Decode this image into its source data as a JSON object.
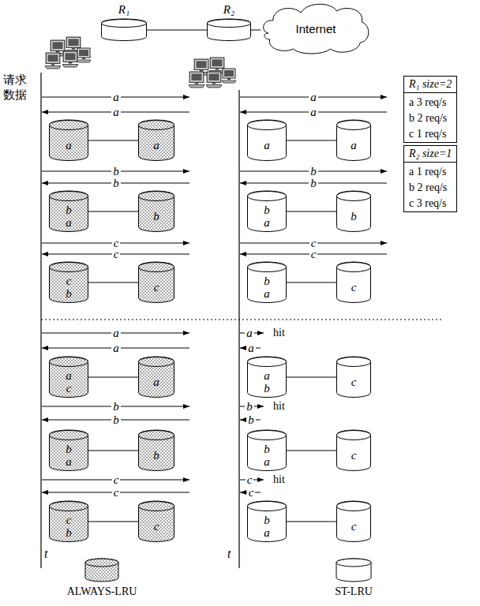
{
  "diagram": {
    "nodes": [
      {
        "text": [
          "R₁"
        ]
      },
      {
        "text": [
          "R₂"
        ]
      },
      {
        "text": [
          "Internet"
        ]
      },
      {
        "text": [
          "R₁ size=2",
          "a 3 req/s",
          "b 2 req/s",
          "c 1 req/s"
        ]
      },
      {
        "text": [
          "R₂ size=1",
          "a 1 req/s",
          "b 2 req/s",
          "c 3 req/s"
        ]
      },
      {
        "text": [
          "a"
        ]
      },
      {
        "text": [
          "a"
        ]
      },
      {
        "text": [
          "a"
        ]
      },
      {
        "text": [
          "a"
        ]
      },
      {
        "text": [
          "b a"
        ]
      },
      {
        "text": [
          "b"
        ]
      },
      {
        "text": [
          "b a"
        ]
      },
      {
        "text": [
          "b"
        ]
      },
      {
        "text": [
          "c b"
        ]
      },
      {
        "text": [
          "c"
        ]
      },
      {
        "text": [
          "b a"
        ]
      },
      {
        "text": [
          "c"
        ]
      },
      {
        "text": [
          "a c"
        ]
      },
      {
        "text": [
          "a"
        ]
      },
      {
        "text": [
          "a b"
        ]
      },
      {
        "text": [
          "c"
        ]
      },
      {
        "text": [
          "b a"
        ]
      },
      {
        "text": [
          "b"
        ]
      },
      {
        "text": [
          "b a"
        ]
      },
      {
        "text": [
          "c"
        ]
      },
      {
        "text": [
          "c b"
        ]
      },
      {
        "text": [
          "c"
        ]
      },
      {
        "text": [
          "b a"
        ]
      },
      {
        "text": [
          "c"
        ]
      }
    ],
    "edges": [
      {
        "from": 0,
        "to": 1,
        "arrow": "none"
      },
      {
        "from": 1,
        "to": 2,
        "arrow": "none"
      },
      {
        "from": 5,
        "to": 6,
        "arrow": "none"
      },
      {
        "from": 7,
        "to": 8,
        "arrow": "none"
      },
      {
        "from": 9,
        "to": 10,
        "arrow": "none"
      },
      {
        "from": 11,
        "to": 12,
        "arrow": "none"
      },
      {
        "from": 13,
        "to": 14,
        "arrow": "none"
      },
      {
        "from": 15,
        "to": 16,
        "arrow": "none"
      },
      {
        "from": 17,
        "to": 18,
        "arrow": "none"
      },
      {
        "from": 19,
        "to": 20,
        "arrow": "none"
      },
      {
        "from": 21,
        "to": 22,
        "arrow": "none"
      },
      {
        "from": 23,
        "to": 24,
        "arrow": "none"
      },
      {
        "from": 25,
        "to": 26,
        "arrow": "none"
      },
      {
        "from": 27,
        "to": 28,
        "arrow": "none"
      }
    ],
    "labels": [
      "请求数据",
      "a",
      "a",
      "a",
      "a",
      "b",
      "b",
      "b",
      "b",
      "c",
      "c",
      "c",
      "c",
      "a",
      "a",
      "hit",
      "a",
      "a",
      "b",
      "b",
      "hit",
      "b",
      "b",
      "c",
      "c",
      "hit",
      "c",
      "c",
      "t",
      "t"
    ],
    "legend": [
      {
        "text": "ALWAYS-LRU"
      },
      {
        "text": "ST-LRU"
      }
    ]
  }
}
